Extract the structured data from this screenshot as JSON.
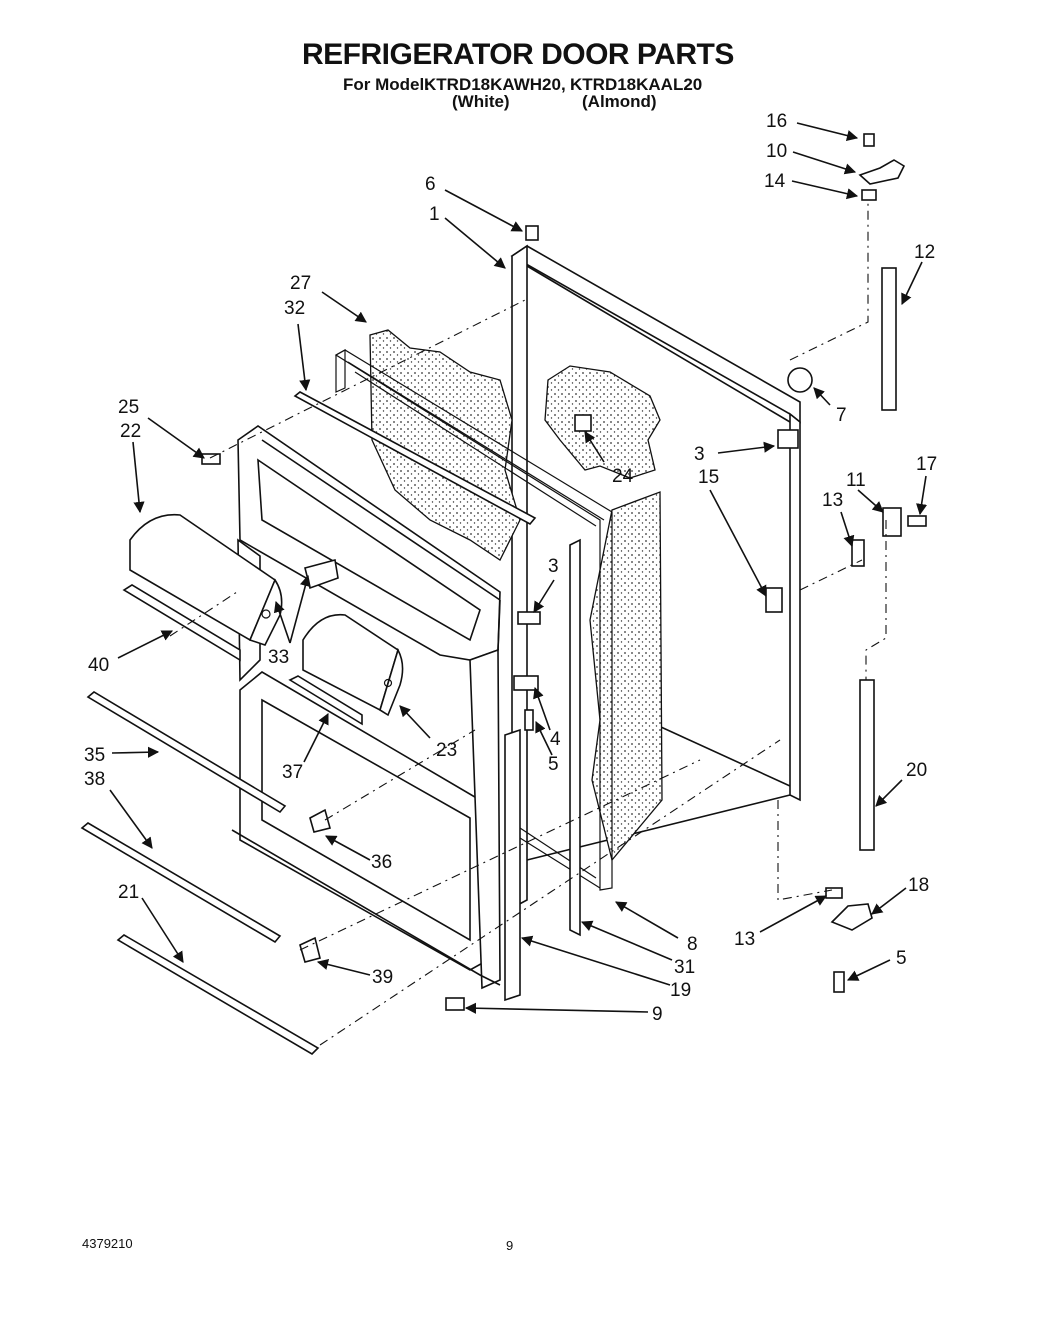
{
  "header": {
    "title": "REFRIGERATOR DOOR PARTS",
    "model_prefix": "For Model:",
    "models": [
      {
        "number": "KTRD18KAWH20,",
        "color": "(White)"
      },
      {
        "number": "KTRD18KAAL20",
        "color": "(Almond)"
      }
    ]
  },
  "callouts": {
    "c1": "1",
    "c3a": "3",
    "c3b": "3",
    "c4": "4",
    "c5a": "5",
    "c5b": "5",
    "c6": "6",
    "c7": "7",
    "c8": "8",
    "c9": "9",
    "c10": "10",
    "c11": "11",
    "c12": "12",
    "c13a": "13",
    "c13b": "13",
    "c14": "14",
    "c15": "15",
    "c16": "16",
    "c17": "17",
    "c18": "18",
    "c19": "19",
    "c20": "20",
    "c21": "21",
    "c22": "22",
    "c23": "23",
    "c24": "24",
    "c25": "25",
    "c27": "27",
    "c31": "31",
    "c32": "32",
    "c33": "33",
    "c35": "35",
    "c36": "36",
    "c37": "37",
    "c38": "38",
    "c39": "39",
    "c40": "40"
  },
  "footer": {
    "document_number": "4379210",
    "page_number": "9"
  }
}
